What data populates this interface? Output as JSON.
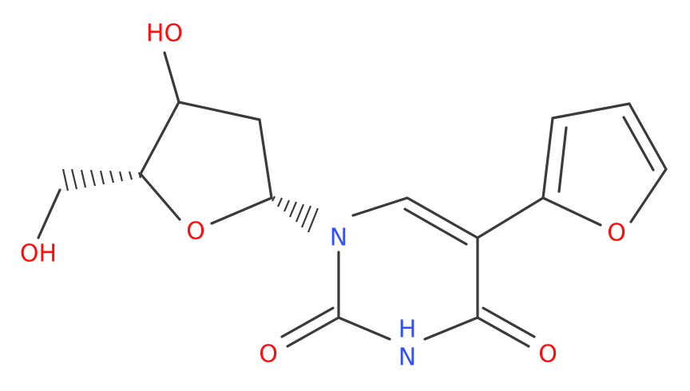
{
  "colors": {
    "bond": "#3b3b3b",
    "oxygen": "#ff0d0d",
    "nitrogen": "#3050f8"
  },
  "atoms": {
    "oh_top": "HO",
    "oh_left": "OH",
    "o_ring": "O",
    "n1": "N",
    "o_furan": "O",
    "nh": "H",
    "nh_n": "N",
    "o_c2": "O",
    "o_c4": "O"
  }
}
